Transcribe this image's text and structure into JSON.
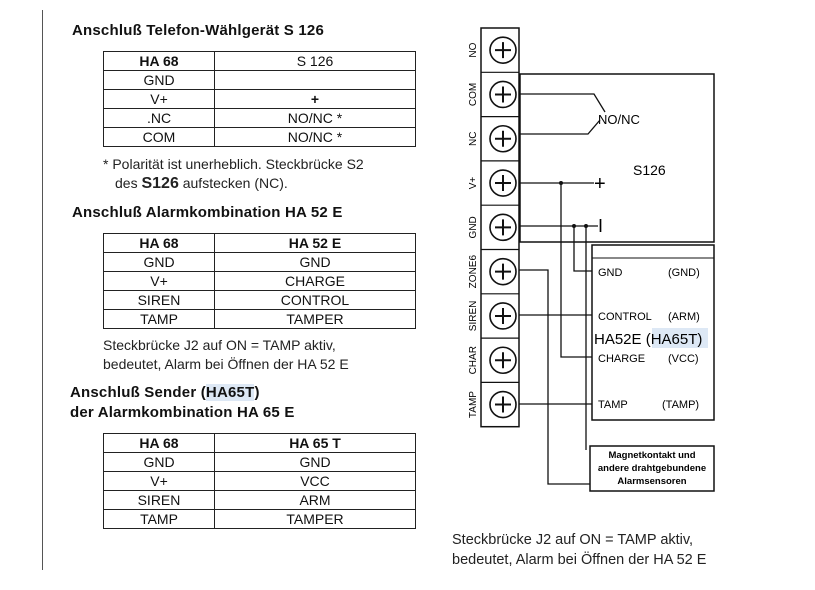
{
  "section1": {
    "title": "Anschluß Telefon-Wählgerät S 126",
    "headers": [
      "HA 68",
      "S 126"
    ],
    "rows": [
      [
        "GND",
        ""
      ],
      [
        "V+",
        "+"
      ],
      [
        ".NC",
        "NO/NC *"
      ],
      [
        "COM",
        "NO/NC *"
      ]
    ],
    "note_line1": "* Polarität ist unerheblich. Steckbrücke S2",
    "note_line2_pre": "des ",
    "note_line2_bold": "S126",
    "note_line2_post": " aufstecken (NC)."
  },
  "section2": {
    "title": "Anschluß Alarmkombination HA 52 E",
    "headers": [
      "HA 68",
      "HA 52 E"
    ],
    "rows": [
      [
        "GND",
        "GND"
      ],
      [
        "V+",
        "CHARGE"
      ],
      [
        "SIREN",
        "CONTROL"
      ],
      [
        "TAMP",
        "TAMPER"
      ]
    ],
    "note_line1": "Steckbrücke J2 auf ON = TAMP aktiv,",
    "note_line2": "bedeutet, Alarm bei Öffnen der HA 52 E"
  },
  "section3": {
    "title_line1_pre": "Anschluß Sender (",
    "title_line1_hl": "HA65T",
    "title_line1_post": ")",
    "title_line2": "der Alarmkombination HA 65 E",
    "headers": [
      "HA 68",
      "HA 65 T"
    ],
    "rows": [
      [
        "GND",
        "GND"
      ],
      [
        "V+",
        "VCC"
      ],
      [
        "SIREN",
        "ARM"
      ],
      [
        "TAMP",
        "TAMPER"
      ]
    ]
  },
  "schematic": {
    "terminals": [
      "NO",
      "COM",
      "NC",
      "V+",
      "GND",
      "ZONE6",
      "SIREN",
      "CHAR",
      "TAMP"
    ],
    "s126_box": {
      "label": "S126",
      "pin_nonc": "NO/NC",
      "pin_plus": "+",
      "pin_minus": "I"
    },
    "ha52_box": {
      "gnd": "GND",
      "gnd_alt": "(GND)",
      "control": "CONTROL",
      "control_alt": "(ARM)",
      "title_pre": "HA52E (",
      "title_hl": "HA65T",
      "title_post": ")",
      "charge": "CHARGE",
      "charge_alt": "(VCC)",
      "tamp": "TAMP",
      "tamp_alt": "(TAMP)"
    },
    "sensor_box": {
      "line1": "Magnetkontakt und",
      "line2": "andere drahtgebundene",
      "line3": "Alarmsensoren"
    }
  },
  "caption": {
    "line1": "Steckbrücke J2 auf ON = TAMP aktiv,",
    "line2": "bedeutet, Alarm bei Öffnen der HA 52 E"
  }
}
